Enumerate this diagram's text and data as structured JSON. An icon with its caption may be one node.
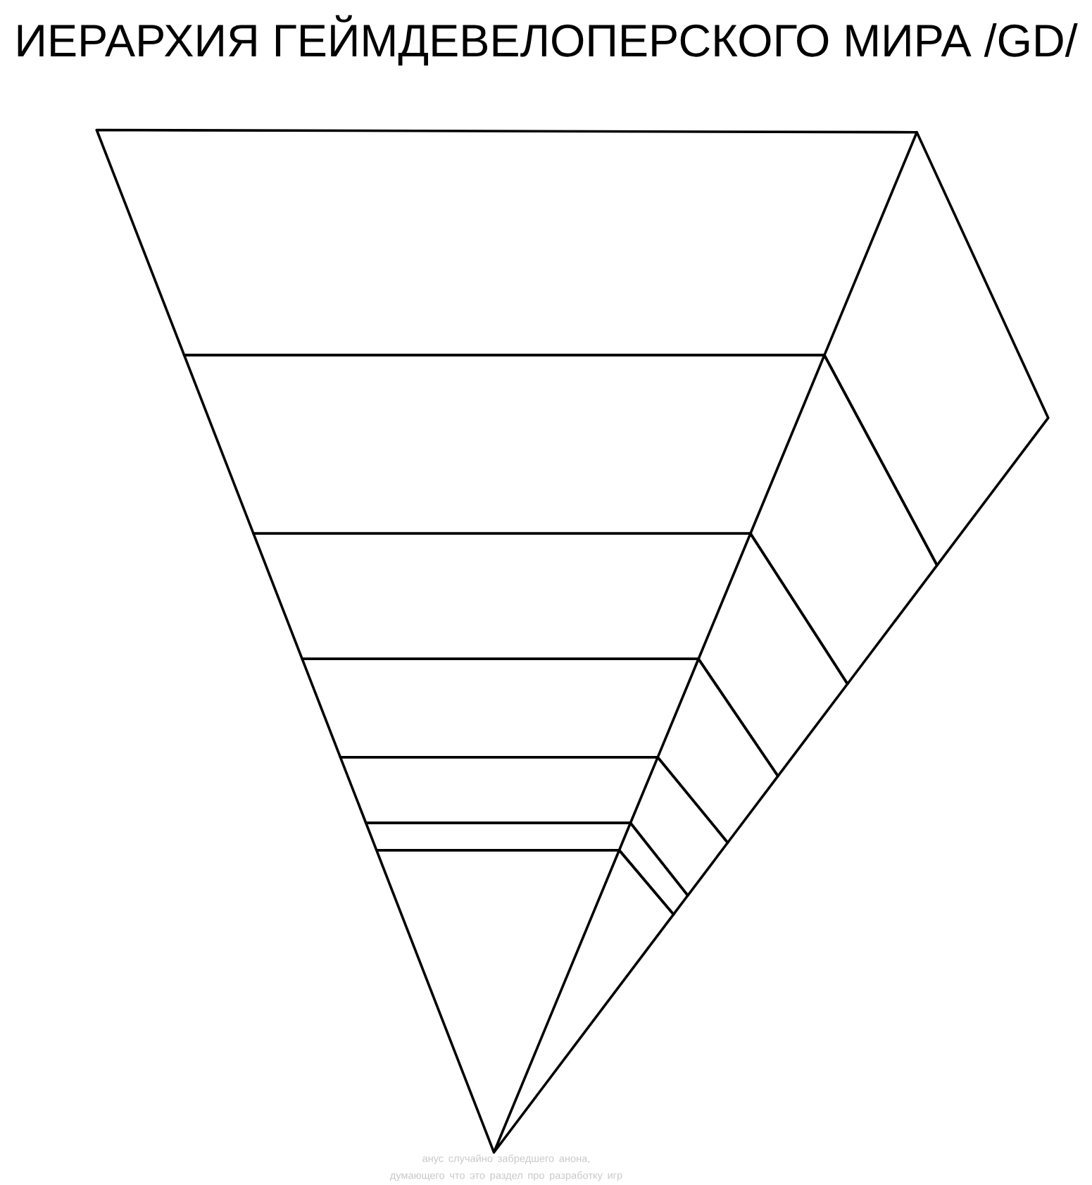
{
  "diagram": {
    "title": "ИЕРАРХИЯ ГЕЙМДЕВЕЛОПЕРСКОГО МИРА /GD/",
    "nodes": [
      {
        "text": [],
        "shape": "band"
      },
      {
        "text": [],
        "shape": "band"
      },
      {
        "text": [],
        "shape": "band"
      },
      {
        "text": [],
        "shape": "band"
      },
      {
        "text": [],
        "shape": "band"
      },
      {
        "text": [],
        "shape": "band"
      },
      {
        "text": [],
        "shape": "band"
      }
    ],
    "labels": [
      "анус случайно забредшего анона, думающего что это раздел про разработку игр"
    ]
  }
}
